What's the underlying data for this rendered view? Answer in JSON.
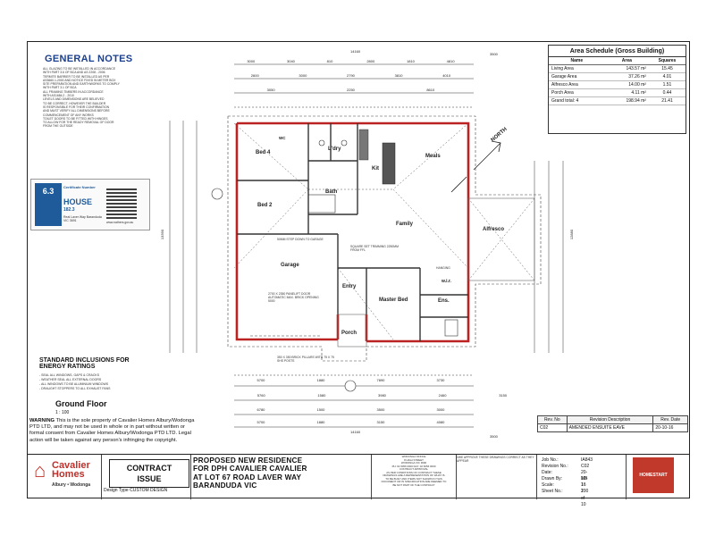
{
  "general_notes": {
    "title": "GENERAL NOTES",
    "lines": [
      "ALL GLAZING TO BE INSTALLED IN ACCORDANCE",
      "WITH PART 3.6 OF BCA AND AS 2208 - 2006",
      "TERMITE BARRIER TO BE INSTALLED AS PER",
      "AS3660.1-2000 AND NOTICE FIXED IN METER BOX",
      "SITE PREPARATION AND EARTHWORKS TO COMPLY",
      "WITH PART 3.1 OF BCA",
      "ALL FRAMING TIMBERS IN ACCORDANCE",
      "WITH AS1684.2 - 2010",
      "LEVELS AND DIMENSIONS ARE BELIEVED",
      "TO BE CORRECT, HOWEVER THE BUILDER",
      "IS RESPONSIBLE FOR THEIR CONFIRMATION",
      "AND MUST VERIFY ALL DIMENSIONS BEFORE",
      "COMMENCEMENT OF ANY WORKS",
      "TOILET DOORS TO BE FITTED WITH HINGES",
      "TO ALLOW FOR THE READY REMOVAL OF DOOR",
      "FROM THE OUTSIDE"
    ]
  },
  "area_schedule": {
    "title": "Area Schedule (Gross Building)",
    "headers": [
      "Name",
      "Area",
      "Squares"
    ],
    "rows": [
      {
        "name": "Living Area",
        "area": "143.57 m²",
        "squares": "15.45"
      },
      {
        "name": "Garage Area",
        "area": "37.26 m²",
        "squares": "4.01"
      },
      {
        "name": "Alfresco Area",
        "area": "14.00 m²",
        "squares": "1.51"
      },
      {
        "name": "Porch Area",
        "area": "4.11 m²",
        "squares": "0.44"
      },
      {
        "name": "Grand total: 4",
        "area": "198.94 m²",
        "squares": "21.41"
      }
    ]
  },
  "certificate": {
    "rating": "6.3",
    "label": "Certificate Number",
    "house": "HOUSE",
    "energy": "182.3",
    "address": "Real Laver Way Baranduda VIC 3691",
    "site": "www.nathers.gov.au"
  },
  "energy": {
    "title": "STANDARD INCLUSIONS FOR",
    "title2": "ENERGY RATINGS",
    "items": [
      "- SEAL ALL WINDOWS, GAPS & CRACKS",
      "- WEATHER SEAL ALL EXTERNAL DOORS",
      "- ALL WINDOWS TO BE ALUMINIUM WINDOWS",
      "- DRAUGHT STOPPERS TO ALL EXHAUST FANS"
    ]
  },
  "floor": {
    "title": "Ground Floor",
    "scale": "1 : 100"
  },
  "warning": {
    "label": "WARNING",
    "text": "This is the sole property of Cavalier Homes Albury/Wodonga PTD LTD, and may not be used in whole or in part without written or formal consent from Cavalier Homes Albury/Wodonga PTD LTD. Legal action will be taken against any person's infringing the copyright."
  },
  "revisions": {
    "headers": [
      "Rev. No",
      "Revision Description",
      "Rev. Date"
    ],
    "rows": [
      {
        "no": "C02",
        "desc": "AMENDED ENSUITE EAVE",
        "date": "20-10-16"
      }
    ]
  },
  "title_block": {
    "logo_name": "Cavalier Homes",
    "logo_sub": "Albury • Wodonga",
    "status1": "CONTRACT",
    "status2": "ISSUE",
    "design_type": "Design Type CUSTOM DESIGN",
    "project": [
      "PROPOSED NEW RESIDENCE",
      "FOR DPH CAVALIER CAVALIER",
      "AT LOT 67 ROAD LAVER WAY",
      "BARANDUDA VIC"
    ],
    "office": [
      "WODONGA OFFICE",
      "8 HIGH STREET",
      "WODONGA VIC 3690",
      "PH: 02 6056 0000 FAX: 02 6056 0000",
      "CONTRACT APPROVAL",
      "AS PER CONDITIONS OF CONTRACT THESE",
      "DRAWINGS ARE A REPRESENTATION OF WHAT IS",
      "TO BE BUILT AND ITEMS NOT SHOWN IN THIS",
      "DOCUMENT OR IN SPECIFICATION ARE DEEMED TO",
      "BE NOT PART OF THE CONTRACT"
    ],
    "approval": "I/WE APPROVE THESE DRAWINGS CORRECT AS THEY APPEAR",
    "job": [
      {
        "k": "Job No.:",
        "v": "IA843"
      },
      {
        "k": "Revision No.:",
        "v": "C02"
      },
      {
        "k": "Date:",
        "v": "20-10-16"
      },
      {
        "k": "Drawn By:",
        "v": "MB"
      },
      {
        "k": "Scale:",
        "v": "1 : 100"
      },
      {
        "k": "Sheet No.:",
        "v": "2 of 10"
      }
    ],
    "badge": "HOMESTART"
  },
  "plan": {
    "rooms": {
      "bed4": "Bed 4",
      "wc": "WC",
      "ldry": "L'dry",
      "kit": "Kit",
      "meals": "Meals",
      "bath": "Bath",
      "bed2": "Bed 2",
      "family": "Family",
      "alfresco": "Alfresco",
      "garage": "Garage",
      "entry": "Entry",
      "master": "Master Bed",
      "wir": "w.i.r.",
      "ens": "Ens.",
      "porch": "Porch"
    },
    "north": "NORTH",
    "notes": {
      "step": "50MM STEP DOWN TO GARAGE",
      "trimming": "SQUARE SET TRIMMING 2250MM FROM FFL",
      "door": "2700 X 2350 PANELIFT DOOR AUTOMATIC MAX. BRICK OPENING 5000",
      "pillars": "350 X 350 BRICK PILLARS WITH 75 X 75 SHS POSTS",
      "hanging": "HANGING"
    },
    "dims_top": {
      "overall": "14160",
      "right": "3500",
      "row1": [
        "3000",
        "3040",
        "810",
        "2800",
        "1810",
        "4810"
      ],
      "row2": [
        "2600",
        "3000",
        "2790",
        "3810",
        "4010"
      ],
      "row3": [
        "3050",
        "2250",
        "8610"
      ]
    },
    "dims_bottom": {
      "overall": "14160",
      "right": "3500",
      "row1": [
        "5700",
        "1880",
        "7890",
        "3730"
      ],
      "row2": [
        "5760",
        "1580",
        "3980",
        "2460",
        "3150"
      ],
      "row3": [
        "6780",
        "1500",
        "3500",
        "3000"
      ],
      "row4": [
        "5700",
        "1880",
        "3150",
        "4080"
      ]
    },
    "dims_side": {
      "left": "13390",
      "right": "12880"
    }
  }
}
